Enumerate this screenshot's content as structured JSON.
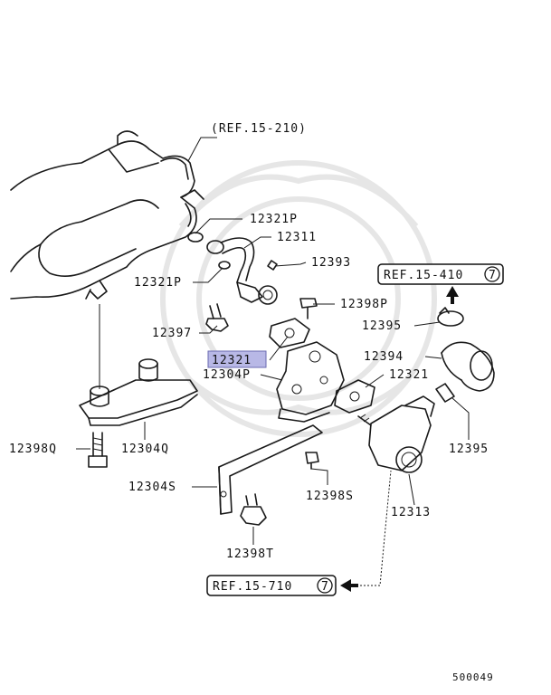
{
  "diagram_id": "500049",
  "highlight_color": "#b8b8e6",
  "refs": {
    "top": "(REF.15-210)",
    "r4110": "REF.15-410",
    "r4110_circle": "7",
    "r710": "REF.15-710",
    "r710_circle": "7"
  },
  "labels": {
    "p12321P_top": "12321P",
    "p12311": "12311",
    "p12393": "12393",
    "p12321P_left": "12321P",
    "p12398P": "12398P",
    "p12397": "12397",
    "p12395_top": "12395",
    "p12321_hl": "12321",
    "p12394": "12394",
    "p12304P": "12304P",
    "p12321_right": "12321",
    "p12398Q": "12398Q",
    "p12304Q": "12304Q",
    "p12395_right": "12395",
    "p12304S": "12304S",
    "p12398S": "12398S",
    "p12313": "12313",
    "p12398T": "12398T"
  }
}
